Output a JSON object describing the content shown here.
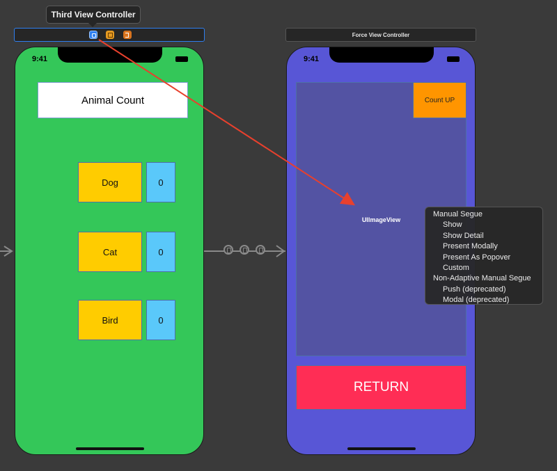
{
  "tooltip": {
    "text": "Third View Controller"
  },
  "force_scene": {
    "title": "Force View Controller"
  },
  "third_vc": {
    "status_time": "9:41",
    "title": "Animal Count",
    "animals": [
      {
        "label": "Dog",
        "count": "0"
      },
      {
        "label": "Cat",
        "count": "0"
      },
      {
        "label": "Bird",
        "count": "0"
      }
    ]
  },
  "force_vc": {
    "status_time": "9:41",
    "image_view_label": "UIImageView",
    "count_up_label": "Count UP",
    "return_label": "RETURN"
  },
  "segue_menu": {
    "sections": [
      {
        "header": "Manual Segue",
        "items": [
          "Show",
          "Show Detail",
          "Present Modally",
          "Present As Popover",
          "Custom"
        ]
      },
      {
        "header": "Non-Adaptive Manual Segue",
        "items": [
          "Push (deprecated)",
          "Modal (deprecated)"
        ]
      }
    ]
  },
  "colors": {
    "third_background": "#34c759",
    "force_background": "#5856d6",
    "animal_button": "#ffcc00",
    "count_box": "#5ac8fa",
    "count_up": "#ff9500",
    "return": "#ff2d55",
    "drag_line": "#e8402d"
  }
}
